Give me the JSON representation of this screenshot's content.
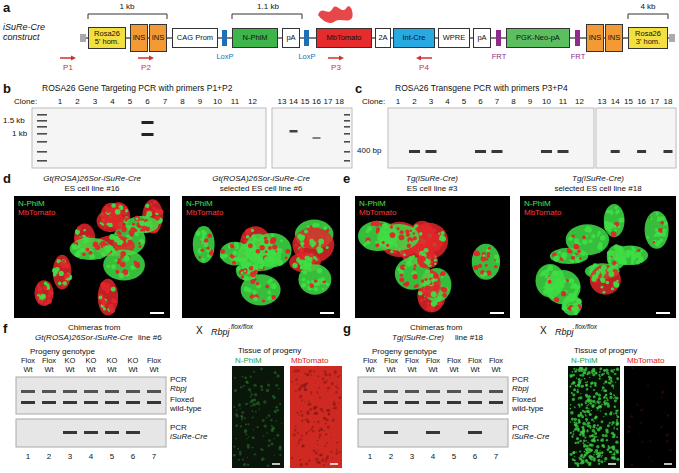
{
  "diagram": {
    "nodes": [
      {
        "text": [
          "Rosa26 5' hom."
        ]
      },
      {
        "text": [
          "INS"
        ]
      },
      {
        "text": [
          "INS"
        ]
      },
      {
        "text": [
          "CAG Prom"
        ]
      },
      {
        "text": [
          "N-PhiM"
        ]
      },
      {
        "text": [
          "pA"
        ]
      },
      {
        "text": [
          "MbTomato"
        ]
      },
      {
        "text": [
          "2A"
        ]
      },
      {
        "text": [
          "Int-Cre"
        ]
      },
      {
        "text": [
          "WPRE"
        ]
      },
      {
        "text": [
          "pA"
        ]
      },
      {
        "text": [
          "PGK-Neo-pA"
        ]
      },
      {
        "text": [
          "INS"
        ]
      },
      {
        "text": [
          "INS"
        ]
      },
      {
        "text": [
          "Rosa26 3' hom."
        ]
      }
    ],
    "labels": [
      "a",
      "iSuRe-Cre construct",
      "1 kb",
      "1.1 kb",
      "4 kb",
      "LoxP",
      "LoxP",
      "FRT",
      "FRT",
      "P1",
      "P2",
      "P3",
      "P4",
      "b",
      "ROSA26 Gene Targeting PCR with primers P1+P2",
      "Clone:",
      "1",
      "2",
      "3",
      "4",
      "5",
      "6",
      "7",
      "8",
      "9",
      "10",
      "11",
      "12",
      "13",
      "14",
      "15",
      "16",
      "17",
      "18",
      "1.5 kb",
      "1 kb",
      "c",
      "ROSA26 Transgene PCR with primers P3+P4",
      "Clone:",
      "1",
      "2",
      "3",
      "4",
      "5",
      "6",
      "7",
      "8",
      "9",
      "10",
      "11",
      "12",
      "13",
      "14",
      "15",
      "16",
      "17",
      "18",
      "400 bp",
      "d",
      "Gt(ROSA)26Sor-iSuRe-Cre",
      "ES cell line #16",
      "Gt(ROSA)26Sor-iSuRe-Cre",
      "selected ES cell line #6",
      "N-PhiM",
      "MbTomato",
      "N-PhiM",
      "MbTomato",
      "e",
      "Tg(iSuRe-Cre)",
      "ES cell line #3",
      "Tg(iSuRe-Cre)",
      "selected ES cell line #18",
      "N-PhiM",
      "MbTomato",
      "N-PhiM",
      "MbTomato",
      "f",
      "Chimeras from",
      "Gt(ROSA)26Sor-iSuRe-Cre",
      "line #6",
      "X",
      "Rbpj",
      "flox/flox",
      "Progeny genotype",
      "Flox Wt",
      "Flox Wt",
      "KO Wt",
      "KO Wt",
      "KO Wt",
      "KO Wt",
      "Flox Wt",
      "PCR",
      "Rbpj",
      "Floxed",
      "wild-type",
      "PCR",
      "iSuRe-Cre",
      "1",
      "2",
      "3",
      "4",
      "5",
      "6",
      "7",
      "Tissue of progeny",
      "N-PhiM",
      "MbTomato",
      "g",
      "Chimeras from",
      "Tg(iSuRe-Cre)",
      "line #18",
      "X",
      "Rbpj",
      "flox/flox",
      "Progeny genotype",
      "Flox Wt",
      "Flox Wt",
      "Flox Wt",
      "Flox Wt",
      "Flox Wt",
      "Flox Wt",
      "Flox Wt",
      "PCR",
      "Rbpj",
      "Floxed",
      "wild-type",
      "PCR",
      "iSuRe-Cre",
      "1",
      "2",
      "3",
      "4",
      "5",
      "6",
      "7",
      "Tissue of progeny",
      "N-PhiM",
      "MbTomato"
    ]
  }
}
